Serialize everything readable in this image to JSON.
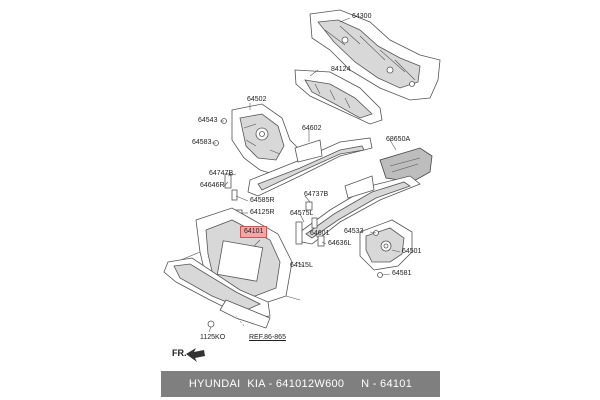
{
  "labels": {
    "l64300": "64300",
    "l84124": "84124",
    "l64502": "64502",
    "l64543": "64543",
    "l64583": "64583",
    "l64602": "64602",
    "l68650A": "68650A",
    "l64747B_top": "64747B",
    "l64646R": "64646R",
    "l64585R": "64585R",
    "l64125R": "64125R",
    "l64737B": "64737B",
    "l64575L": "64575L",
    "l64101": "64101",
    "l64533": "64533",
    "l64601": "64601",
    "l64636L": "64636L",
    "l64501": "64501",
    "l64115L": "64115L",
    "l64581": "64581",
    "l1125KO": "1125KO"
  },
  "reference": "REF.86-865",
  "direction": "FR.",
  "footer": "HYUNDAI  KIA - 641012W600     N - 64101",
  "colors": {
    "highlight": "#f4a6a6",
    "footer_bg": "#7f7f7f"
  }
}
